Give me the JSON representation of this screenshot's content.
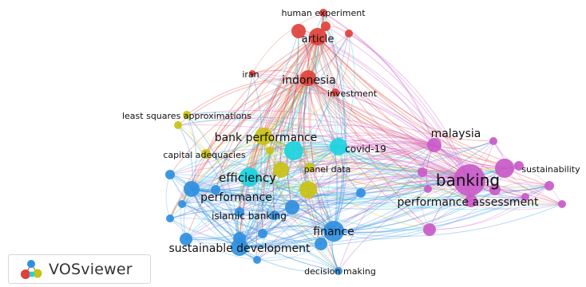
{
  "app": {
    "name": "VOSviewer"
  },
  "clusters": {
    "red": "#e0413a",
    "yellow": "#c8c214",
    "cyan": "#1ed3e0",
    "blue": "#2f8fe0",
    "purple": "#c95ac8"
  },
  "nodes": [
    {
      "id": "human-experiment",
      "label": "human experiment",
      "cluster": "red"
    },
    {
      "id": "article",
      "label": "article",
      "cluster": "red"
    },
    {
      "id": "iran",
      "label": "iran",
      "cluster": "red"
    },
    {
      "id": "indonesia",
      "label": "indonesia",
      "cluster": "red"
    },
    {
      "id": "investment",
      "label": "investment",
      "cluster": "red"
    },
    {
      "id": "least-squares-approximations",
      "label": "least squares approximations",
      "cluster": "yellow"
    },
    {
      "id": "bank-performance",
      "label": "bank performance",
      "cluster": "yellow"
    },
    {
      "id": "capital-adequacies",
      "label": "capital adequacies",
      "cluster": "yellow"
    },
    {
      "id": "panel-data",
      "label": "panel data",
      "cluster": "yellow"
    },
    {
      "id": "covid-19",
      "label": "covid-19",
      "cluster": "cyan"
    },
    {
      "id": "efficiency",
      "label": "efficiency",
      "cluster": "cyan"
    },
    {
      "id": "performance",
      "label": "performance",
      "cluster": "blue"
    },
    {
      "id": "islamic-banking",
      "label": "islamic banking",
      "cluster": "blue"
    },
    {
      "id": "finance",
      "label": "finance",
      "cluster": "blue"
    },
    {
      "id": "sustainable-development",
      "label": "sustainable development",
      "cluster": "blue"
    },
    {
      "id": "decision-making",
      "label": "decision making",
      "cluster": "blue"
    },
    {
      "id": "malaysia",
      "label": "malaysia",
      "cluster": "purple"
    },
    {
      "id": "banking",
      "label": "banking",
      "cluster": "purple"
    },
    {
      "id": "sustainability",
      "label": "sustainability",
      "cluster": "purple"
    },
    {
      "id": "performance-assessment",
      "label": "performance assessment",
      "cluster": "purple"
    }
  ]
}
